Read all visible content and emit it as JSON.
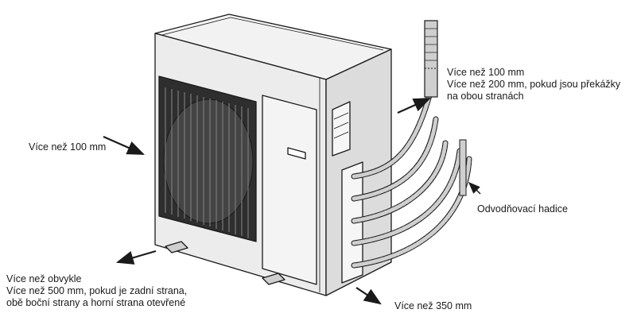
{
  "labels": {
    "left": "Více než 100 mm",
    "top_right": {
      "line1": "Více než 100 mm",
      "line2": "Více než 200 mm, pokud jsou překážky",
      "line3": "na obou stranách"
    },
    "drain_hose": "Odvodňovací hadice",
    "bottom_left": {
      "line1": "Více než obvykle",
      "line2": "Více než 500 mm, pokud je zadní strana,",
      "line3": "obě boční strany a horní strana otevřené"
    },
    "bottom_right": "Více než 350 mm"
  },
  "colors": {
    "ink": "#1a1a1a",
    "panel": "#e9e9e9",
    "shade": "#bdbdbd",
    "fan_dark": "#2e2e2e",
    "hose": "#cfcfcf"
  },
  "icons": [
    "outdoor-unit",
    "fan-grille",
    "arrow",
    "pipe-bundle",
    "drain-hose"
  ]
}
